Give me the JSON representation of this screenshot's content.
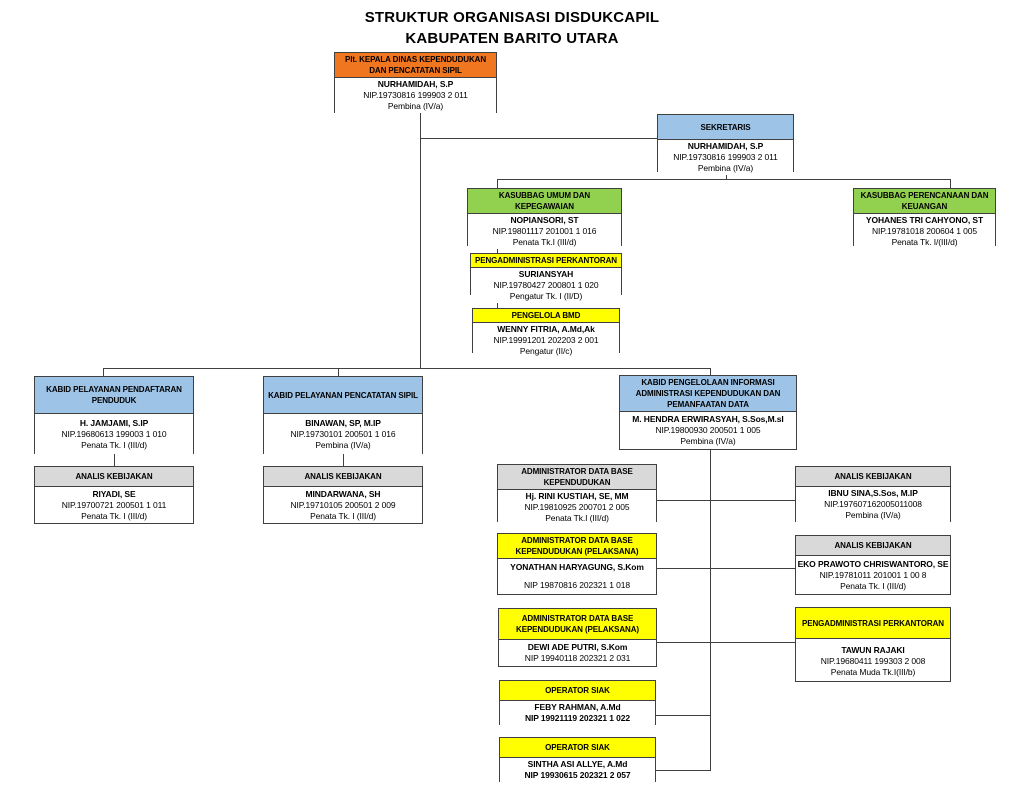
{
  "title": {
    "line1": "STRUKTUR ORGANISASI DISDUKCAPIL",
    "line2": "KABUPATEN BARITO UTARA"
  },
  "colors": {
    "orange": "#F0761F",
    "blue": "#9DC3E6",
    "green": "#92D050",
    "yellow": "#FFFF00",
    "gray": "#D9D9D9",
    "line": "#404040"
  },
  "boxes": {
    "kepala": {
      "color": "orange",
      "role": [
        "Plt. KEPALA DINAS KEPENDUDUKAN",
        "DAN PENCATATAN SIPIL"
      ],
      "person": [
        "NURHAMIDAH, S.P",
        "NIP.19730816 199903 2 011",
        "Pembina (IV/a)"
      ]
    },
    "sekretaris": {
      "color": "blue",
      "role": [
        "SEKRETARIS"
      ],
      "person": [
        "NURHAMIDAH, S.P",
        "NIP.19730816 199903 2 011",
        "Pembina (IV/a)"
      ]
    },
    "kasubbag_umum": {
      "color": "green",
      "role": [
        "KASUBBAG UMUM DAN",
        "KEPEGAWAIAN"
      ],
      "person": [
        "NOPIANSORI, ST",
        "NIP.19801117 201001 1 016",
        "Penata Tk.I  (III/d)"
      ]
    },
    "kasubbag_perencanaan": {
      "color": "green",
      "role": [
        "KASUBBAG PERENCANAAN DAN",
        "KEUANGAN"
      ],
      "person": [
        "YOHANES TRI CAHYONO, ST",
        "NIP.19781018 200604 1 005",
        "Penata Tk. I/(III/d)"
      ]
    },
    "pengadministrasi_perkantoran_1": {
      "color": "yellow",
      "role": [
        "PENGADMINISTRASI PERKANTORAN"
      ],
      "person": [
        "SURIANSYAH",
        "NIP.19780427 200801 1 020",
        "Pengatur Tk. I (II/D)"
      ]
    },
    "pengelola_bmd": {
      "color": "yellow",
      "role": [
        "PENGELOLA BMD"
      ],
      "person": [
        "WENNY FITRIA, A.Md,Ak",
        "NIP.19991201 202203 2 001",
        "Pengatur (II/c)"
      ]
    },
    "kabid_pendaftaran": {
      "color": "blue",
      "role": [
        "KABID PELAYANAN PENDAFTARAN",
        "PENDUDUK"
      ],
      "person": [
        "H. JAMJAMI, S.IP",
        "NIP.19680613 199003 1 010",
        "Penata Tk. I (III/d)"
      ]
    },
    "kabid_pencatatan": {
      "color": "blue",
      "role": [
        "KABID PELAYANAN PENCATATAN SIPIL"
      ],
      "person": [
        "BINAWAN, SP, M.IP",
        "NIP.19730101 200501 1 016",
        "Pembina (IV/a)"
      ]
    },
    "kabid_pengelolaan": {
      "color": "blue",
      "role": [
        "KABID  PENGELOLAAN INFORMASI",
        "ADMINISTRASI  KEPENDUDUKAN DAN",
        "PEMANFAATAN DATA"
      ],
      "person": [
        "M. HENDRA ERWIRASYAH, S.Sos,M.sI",
        "NIP.19800930 200501 1 005",
        "Pembina (IV/a)"
      ]
    },
    "analis_riyadi": {
      "color": "gray",
      "role": [
        "ANALIS KEBIJAKAN"
      ],
      "person": [
        "RIYADI, SE",
        "NIP.19700721 200501 1 011",
        "Penata Tk. I (III/d)"
      ]
    },
    "analis_mindarwana": {
      "color": "gray",
      "role": [
        "ANALIS KEBIJAKAN"
      ],
      "person": [
        "MINDARWANA, SH",
        "NIP.19710105 200501 2 009",
        "Penata Tk. I (III/d)"
      ]
    },
    "admin_db_rini": {
      "color": "gray",
      "role": [
        "ADMINISTRATOR DATA BASE",
        "KEPENDUDUKAN"
      ],
      "person": [
        "Hj. RINI KUSTIAH, SE, MM",
        "NIP.19810925 200701 2 005",
        "Penata Tk.I (III/d)"
      ]
    },
    "analis_ibnu": {
      "color": "gray",
      "role": [
        "ANALIS KEBIJAKAN"
      ],
      "person": [
        "IBNU SINA,S.Sos, M.IP",
        "NIP.197607162005011008",
        "Pembina (IV/a)"
      ]
    },
    "admin_db_yonathan": {
      "color": "yellow",
      "role": [
        "ADMINISTRATOR DATA BASE",
        "KEPENDUDUKAN (PELAKSANA)"
      ],
      "person": [
        "YONATHAN HARYAGUNG, S.Kom",
        "NIP 19870816 202321 1 018"
      ]
    },
    "analis_eko": {
      "color": "gray",
      "role": [
        "ANALIS KEBIJAKAN"
      ],
      "person": [
        "EKO PRAWOTO CHRISWANTORO, SE",
        "NIP.19781011 201001 1 00 8",
        "Penata Tk. I (III/d)"
      ]
    },
    "admin_db_dewi": {
      "color": "yellow",
      "role": [
        "ADMINISTRATOR DATA BASE",
        "KEPENDUDUKAN (PELAKSANA)"
      ],
      "person": [
        "DEWI ADE PUTRI, S.Kom",
        "NIP 19940118 202321 2 031"
      ]
    },
    "pengadministrasi_perkantoran_2": {
      "color": "yellow",
      "role": [
        "PENGADMINISTRASI PERKANTORAN"
      ],
      "person": [
        "TAWUN RAJAKI",
        "NIP.19680411 199303 2 008",
        "Penata Muda Tk.I(III/b)"
      ]
    },
    "operator_siak_feby": {
      "color": "yellow",
      "role": [
        "OPERATOR SIAK"
      ],
      "person": [
        "FEBY RAHMAN, A.Md",
        "NIP 19921119 202321 1 022"
      ],
      "bold": [
        0,
        1
      ]
    },
    "operator_siak_sintha": {
      "color": "yellow",
      "role": [
        "OPERATOR SIAK"
      ],
      "person": [
        "SINTHA ASI ALLYE, A.Md",
        "NIP 19930615 202321 2 057"
      ],
      "bold": [
        0,
        1
      ]
    }
  }
}
